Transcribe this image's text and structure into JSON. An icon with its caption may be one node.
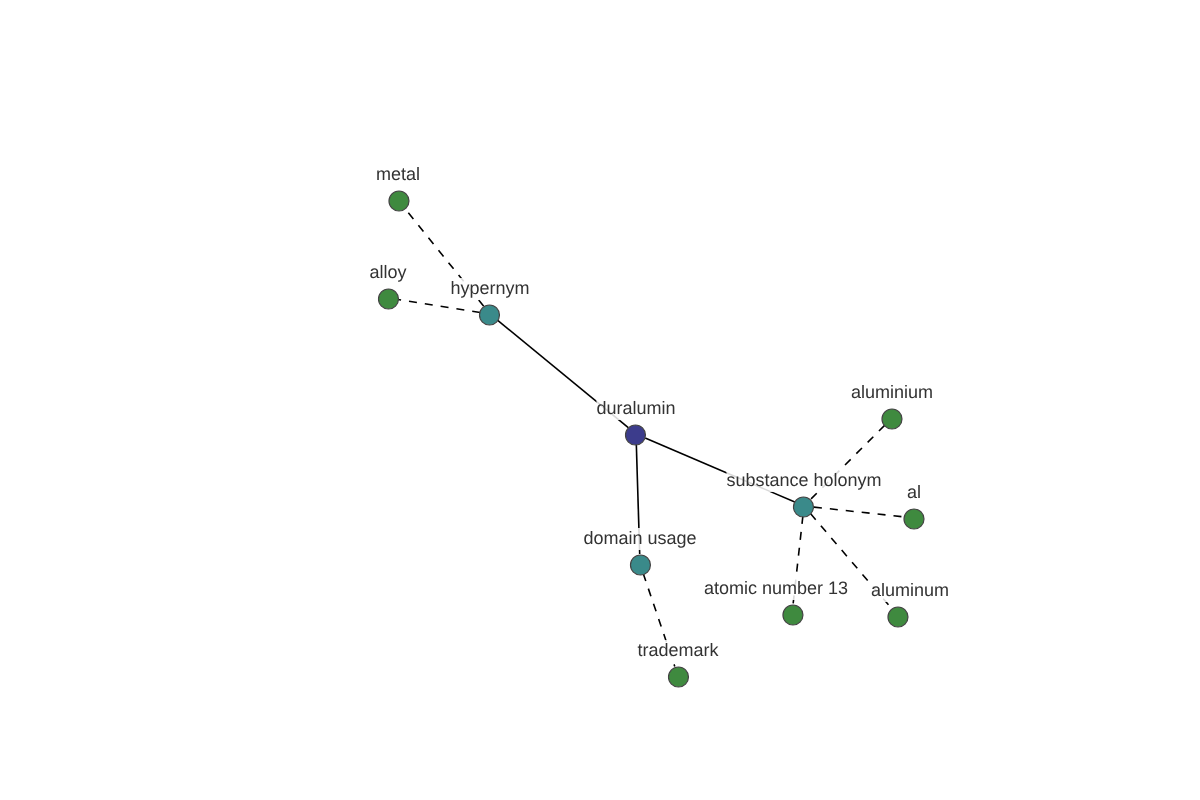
{
  "diagram": {
    "nodes": [
      {
        "text": [
          "metal"
        ]
      },
      {
        "text": [
          "alloy"
        ]
      },
      {
        "text": [
          "hypernym"
        ]
      },
      {
        "text": [
          "duralumin"
        ]
      },
      {
        "text": [
          "aluminium"
        ]
      },
      {
        "text": [
          "substance holonym"
        ]
      },
      {
        "text": [
          "al"
        ]
      },
      {
        "text": [
          "domain usage"
        ]
      },
      {
        "text": [
          "atomic number 13"
        ]
      },
      {
        "text": [
          "aluminum"
        ]
      },
      {
        "text": [
          "trademark"
        ]
      }
    ],
    "edges": [
      {
        "from": 3,
        "to": 2,
        "arrow": "none"
      },
      {
        "from": 3,
        "to": 5,
        "arrow": "none"
      },
      {
        "from": 3,
        "to": 7,
        "arrow": "none"
      },
      {
        "from": 2,
        "to": 0,
        "arrow": "none",
        "style": "dashed"
      },
      {
        "from": 2,
        "to": 1,
        "arrow": "none",
        "style": "dashed"
      },
      {
        "from": 5,
        "to": 4,
        "arrow": "none",
        "style": "dashed"
      },
      {
        "from": 5,
        "to": 6,
        "arrow": "none",
        "style": "dashed"
      },
      {
        "from": 5,
        "to": 8,
        "arrow": "none",
        "style": "dashed"
      },
      {
        "from": 5,
        "to": 9,
        "arrow": "none",
        "style": "dashed"
      },
      {
        "from": 7,
        "to": 10,
        "arrow": "none",
        "style": "dashed"
      }
    ]
  }
}
